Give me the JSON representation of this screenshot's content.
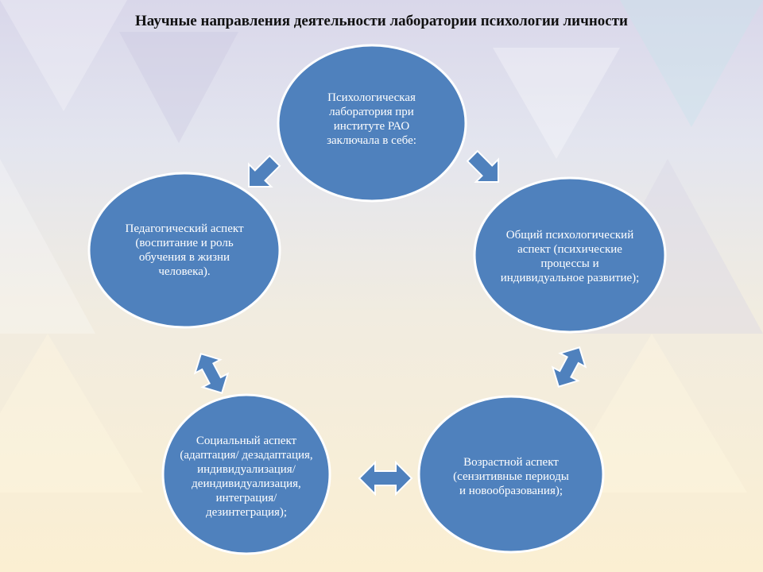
{
  "title": "Научные направления деятельности лаборатории психологии личности",
  "nodes": {
    "center": "Психологическая лаборатория при институте РАО заключала в себе:",
    "pedagogical": "Педагогический аспект (воспитание и роль обучения в жизни человека).",
    "general": "Общий психологический аспект (психические процессы и индивидуальное развитие);",
    "social": "Социальный аспект (адаптация/ дезадаптация, индивидуализация/ деиндивидуализация, интеграция/ дезинтеграция);",
    "age": "Возрастной аспект (сензитивные периоды и новообразования);"
  },
  "colors": {
    "node_fill": "#4f81bd",
    "node_border": "#ffffff",
    "arrow_fill": "#4f81bd"
  }
}
